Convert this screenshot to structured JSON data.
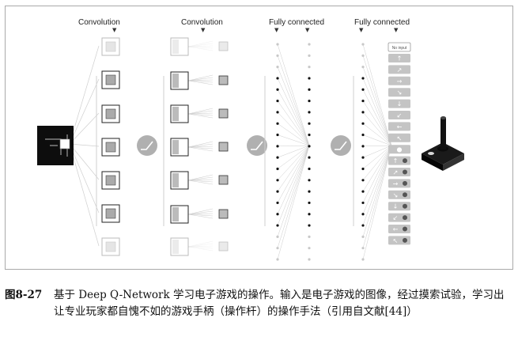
{
  "stages": [
    {
      "label": "Convolution"
    },
    {
      "label": "Convolution"
    },
    {
      "label": "Fully connected"
    },
    {
      "label": "Fully connected"
    }
  ],
  "actions": {
    "no_input_label": "No input",
    "icons": [
      "up-arrow",
      "up-right-arrow",
      "right-arrow",
      "down-right-arrow",
      "down-arrow",
      "down-left-arrow",
      "left-arrow",
      "up-left-arrow",
      "fire-button"
    ],
    "fire_icons": [
      "up-arrow",
      "up-right-arrow",
      "right-arrow",
      "down-right-arrow",
      "down-arrow",
      "down-left-arrow",
      "left-arrow",
      "up-left-arrow"
    ],
    "glyphs": {
      "up-arrow": "↑",
      "up-right-arrow": "↗",
      "right-arrow": "→",
      "down-right-arrow": "↘",
      "down-arrow": "↓",
      "down-left-arrow": "↙",
      "left-arrow": "←",
      "up-left-arrow": "↖",
      "fire-button": "●"
    }
  },
  "caption": {
    "figure_number": "图8-27",
    "text": "基于 Deep Q-Network 学习电子游戏的操作。输入是电子游戏的图像，经过摸索试验，学习出让专业玩家都自愧不如的游戏手柄（操作杆）的操作手法（引用自文献[44]）"
  },
  "colors": {
    "frame": "#a9a9a9",
    "activation": "#b0b0b0",
    "node_dark": "#111111",
    "node_faded": "#c8c8c8",
    "edge": "#cfcfcf",
    "key": "#c4c4c4"
  }
}
